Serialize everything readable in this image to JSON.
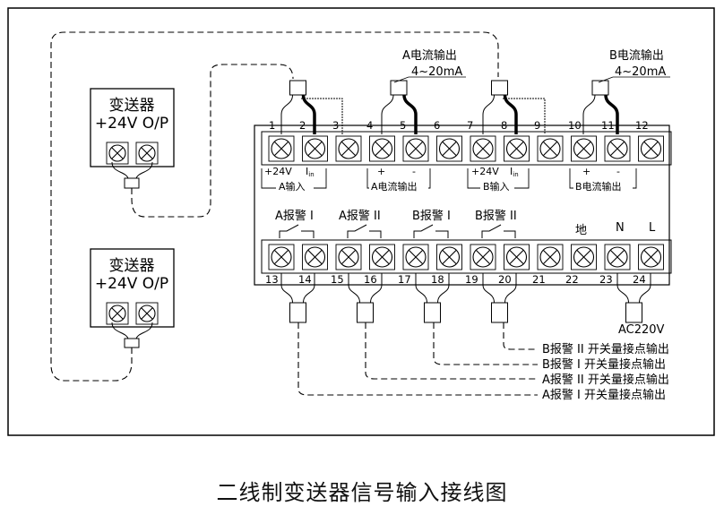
{
  "transmitter_1": {
    "title": "变送器",
    "pins": "+24V  O/P"
  },
  "transmitter_2": {
    "title": "变送器",
    "pins": "+24V  O/P"
  },
  "top_labels": {
    "a_out": "A电流输出",
    "a_range": "4~20mA",
    "b_out": "B电流输出",
    "b_range": "4~20mA"
  },
  "top_terminals": [
    "1",
    "2",
    "3",
    "4",
    "5",
    "6",
    "7",
    "8",
    "9",
    "10",
    "11",
    "12"
  ],
  "bottom_terminals": [
    "13",
    "14",
    "15",
    "16",
    "17",
    "18",
    "19",
    "20",
    "21",
    "22",
    "23",
    "24"
  ],
  "top_function_labels": {
    "a_plus24": "+24V",
    "a_iin": "I",
    "a_iin_sub": "in",
    "a_input": "A输入",
    "a_plus": "+",
    "a_minus": "-",
    "a_current": "A电流输出",
    "b_plus24": "+24V",
    "b_iin": "I",
    "b_iin_sub": "in",
    "b_input": "B输入",
    "b_plus": "+",
    "b_minus": "-",
    "b_current": "B电流输出"
  },
  "alarm_labels": [
    "A报警 I",
    "A报警 II",
    "B报警 I",
    "B报警 II"
  ],
  "power_labels": {
    "ground": "地",
    "n": "N",
    "l": "L",
    "ac": "AC220V"
  },
  "output_legend": [
    "B报警 II 开关量接点输出",
    "B报警 I 开关量接点输出",
    "A报警 II 开关量接点输出",
    "A报警 I 开关量接点输出"
  ],
  "caption": "二线制变送器信号输入接线图"
}
